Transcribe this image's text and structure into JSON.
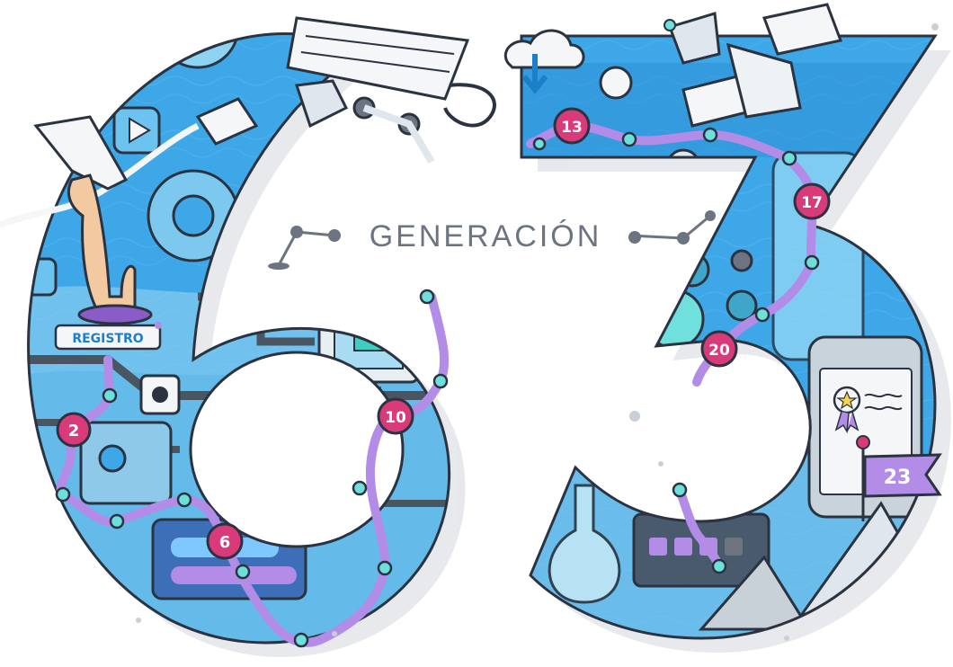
{
  "heading": {
    "text": "GENERACIÓN",
    "number": "63"
  },
  "registration": {
    "label": "REGISTRO"
  },
  "milestones": [
    {
      "label": "2"
    },
    {
      "label": "6"
    },
    {
      "label": "10"
    },
    {
      "label": "13"
    },
    {
      "label": "17"
    },
    {
      "label": "20"
    },
    {
      "label": "23"
    }
  ],
  "colors": {
    "sky_blue": "#3ea7e8",
    "deep_blue": "#1d7fc8",
    "path_purple": "#b38ce8",
    "milestone_pink": "#d93a7a",
    "node_teal": "#6ee0dc",
    "outline": "#2b3340",
    "text_gray": "#6b7480"
  }
}
